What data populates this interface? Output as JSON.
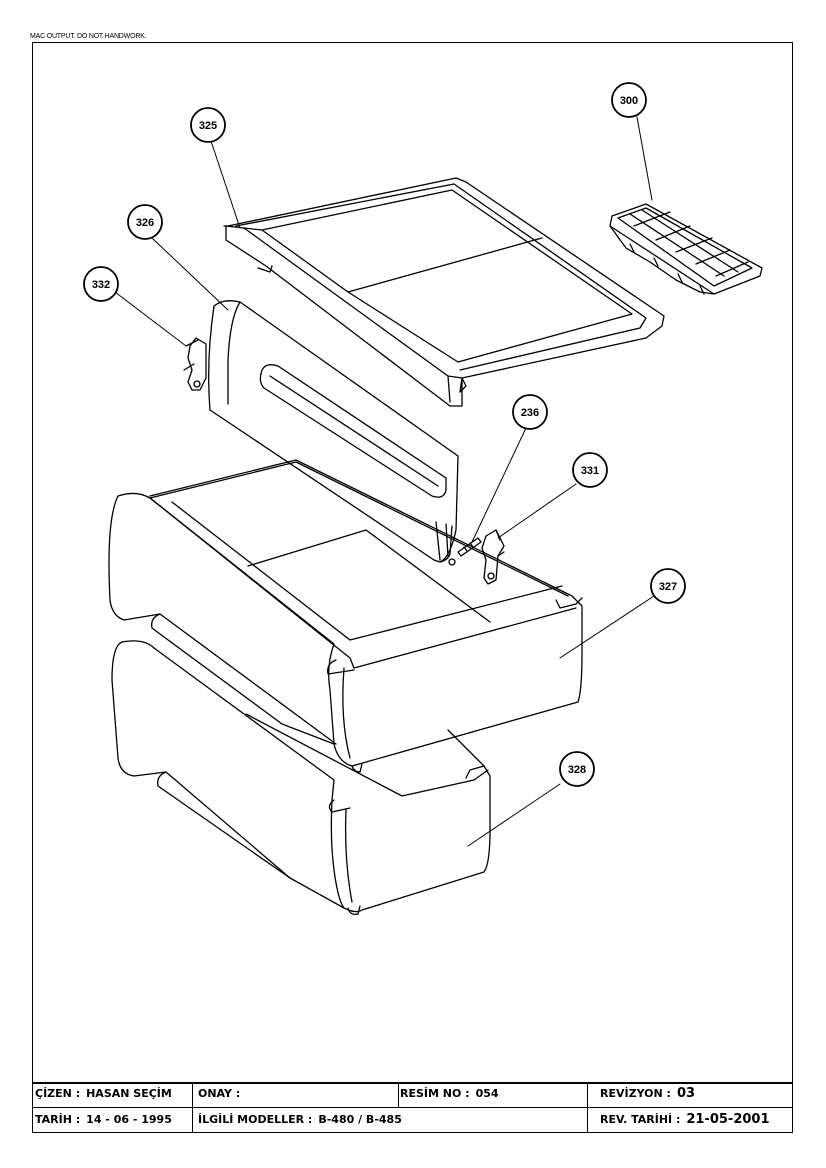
{
  "header_note": "MAC OUTPUT. DO NOT HANDWORK.",
  "callouts": [
    {
      "id": "c300",
      "label": "300"
    },
    {
      "id": "c325",
      "label": "325"
    },
    {
      "id": "c326",
      "label": "326"
    },
    {
      "id": "c332",
      "label": "332"
    },
    {
      "id": "c236",
      "label": "236"
    },
    {
      "id": "c331",
      "label": "331"
    },
    {
      "id": "c327",
      "label": "327"
    },
    {
      "id": "c328",
      "label": "328"
    }
  ],
  "title_block": {
    "cizen_label": "ÇİZEN :",
    "cizen_value": "HASAN SEÇİM",
    "onay_label": "ONAY :",
    "onay_value": "",
    "resim_label": "RESİM NO :",
    "resim_value": "054",
    "revizyon_label": "REVİZYON :",
    "revizyon_value": "03",
    "tarih_label": "TARİH :",
    "tarih_value": "14 - 06 - 1995",
    "modeller_label": "İLGİLİ MODELLER :",
    "modeller_value": "B-480 / B-485",
    "rev_tarihi_label": "REV. TARİHİ :",
    "rev_tarihi_value": "21-05-2001"
  }
}
